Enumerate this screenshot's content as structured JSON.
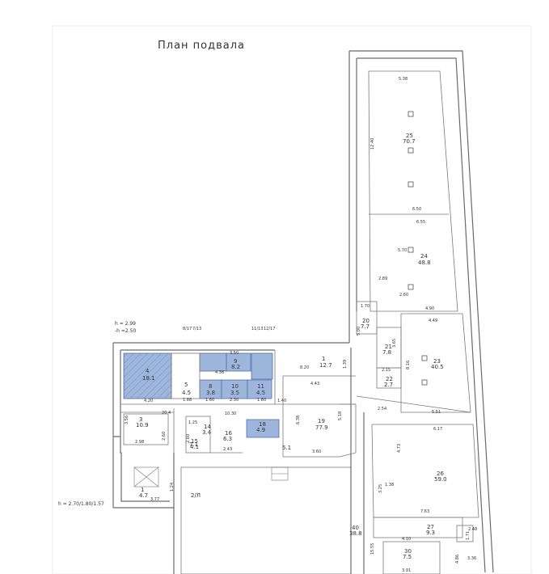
{
  "plan": {
    "title": "План подвала",
    "heights": {
      "main": "h = 2.99",
      "main_sub": "-h =2.50",
      "left": "h = 2.70/1.80/1.57"
    },
    "ceiling_marks": [
      "8/17",
      "7/13",
      "11/13",
      "12/17"
    ],
    "rooms": [
      {
        "num": "25",
        "area": "70.7"
      },
      {
        "num": "24",
        "area": "48.8"
      },
      {
        "num": "23",
        "area": "40.5"
      },
      {
        "num": "26",
        "area": "59.0"
      },
      {
        "num": "20",
        "area": "7.7"
      },
      {
        "num": "21",
        "area": "7.8"
      },
      {
        "num": "22",
        "area": "2.7"
      },
      {
        "num": "4",
        "area": "18.1"
      },
      {
        "num": "5",
        "area": "4.5"
      },
      {
        "num": "8",
        "area": "3.8"
      },
      {
        "num": "10",
        "area": "3.5"
      },
      {
        "num": "11",
        "area": "4.5"
      },
      {
        "num": "9",
        "area": "8.2"
      },
      {
        "num": "1",
        "area": "12.7"
      },
      {
        "num": "3",
        "area": "10.9"
      },
      {
        "num": "14",
        "area": "3.4"
      },
      {
        "num": "15",
        "area": "4.1"
      },
      {
        "num": "16",
        "area": "6.3"
      },
      {
        "num": "18",
        "area": "4.9"
      },
      {
        "num": "19",
        "area": "77.9"
      },
      {
        "num": "1",
        "area": "4.7"
      },
      {
        "num": "27",
        "area": "9.3"
      },
      {
        "num": "40",
        "area": "38.8"
      },
      {
        "num": "30",
        "area": "7.5"
      }
    ],
    "area_labels": [
      "5.1",
      "7.1"
    ],
    "stair_label": "2/Л",
    "dimensions": [
      "5.38",
      "12.40",
      "6.50",
      "6.55",
      "5.70",
      "2.89",
      "2.60",
      "4.90",
      "4.49",
      "1.70",
      "5.00",
      "3.65",
      "8.16",
      "2.15",
      "1.39",
      "8.20",
      "4.43",
      "2.54",
      "5.51",
      "6.17",
      "4.73",
      "1.38",
      "3.25",
      "7.63",
      "5.18",
      "6.38",
      "3.60",
      "10.30",
      "1.25",
      "2.60",
      "2.43",
      "1.88",
      "1.60",
      "2.30",
      "1.80",
      "4.20",
      "20.4",
      "3.56",
      "2.98",
      "2.60",
      "3.77",
      "1.24",
      "1.40",
      "4.36",
      "3.50",
      "4.10",
      "3.91",
      "4.86",
      "2.48",
      "1.71",
      "3.36",
      "15.55"
    ]
  }
}
